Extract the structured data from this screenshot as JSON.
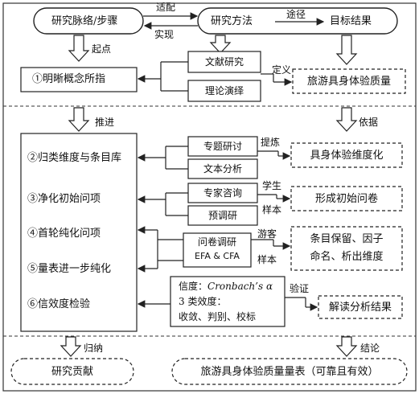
{
  "top": {
    "research_context": "研究脉络/步骤",
    "research_method": "研究方法",
    "adapt": "适配",
    "realize": "实现",
    "approach": "途径",
    "target_result": "目标结果"
  },
  "section1": {
    "start_label": "起点",
    "step": "①明晰概念所指",
    "method_a": "文献研究",
    "method_b": "理论演绎",
    "define_label": "定义",
    "result": "旅游具身体验质量"
  },
  "section2": {
    "advance_label": "推进",
    "basis_label": "依据",
    "steps": [
      "②归类维度与条目库",
      "③净化初始问项",
      "④首轮纯化问项",
      "⑤量表进一步纯化",
      "⑥信效度检验"
    ],
    "methods": {
      "seminar": "专题研讨",
      "text_analysis": "文本分析",
      "expert_consult": "专家咨询",
      "pretest": "预调研",
      "survey_line1": "问卷调研",
      "survey_line2": "EFA & CFA",
      "reliability_line1_prefix": "信度：",
      "reliability_line1_italic": "Cronbach’s α",
      "reliability_line2": "3 类效度：",
      "reliability_line3": "收敛、判别、校标"
    },
    "edge_labels": {
      "refine": "提炼",
      "students": "学生",
      "sample1": "样本",
      "tourists": "游客",
      "sample2": "样本",
      "verify": "验证"
    },
    "results": {
      "dim": "具身体验维度化",
      "initial": "形成初始问卷",
      "items_line1": "条目保留、因子",
      "items_line2": "命名、析出维度",
      "interpret": "解读分析结果"
    }
  },
  "section3": {
    "summarize_label": "归纳",
    "conclusion_label": "结论",
    "contribution": "研究贡献",
    "final": "旅游具身体验质量量表（可靠且有效）"
  }
}
